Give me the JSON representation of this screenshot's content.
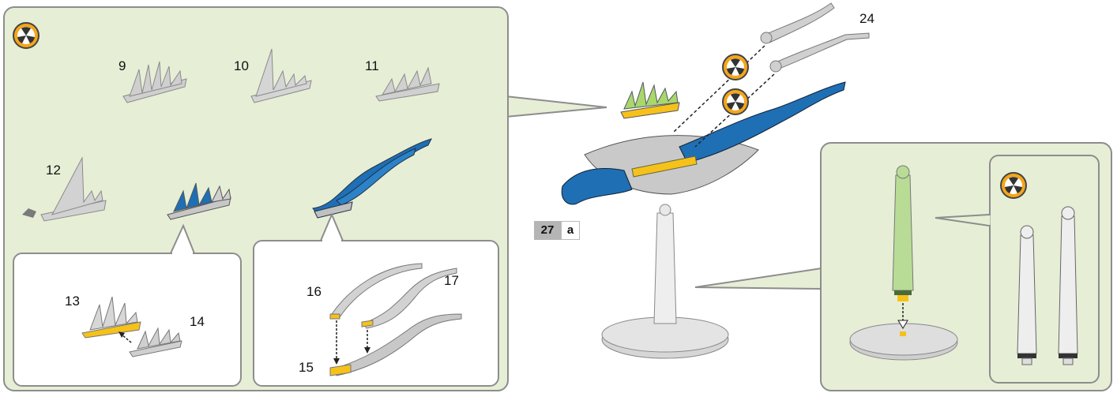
{
  "parts": {
    "p9": "9",
    "p10": "10",
    "p11": "11",
    "p12": "12",
    "p13": "13",
    "p14": "14",
    "p15": "15",
    "p16": "16",
    "p17": "17",
    "p24": "24"
  },
  "step": {
    "number": "27",
    "letter": "a"
  },
  "icons": {
    "glue": "glue-warning-icon"
  },
  "colors": {
    "panel_bg": "#e6eed6",
    "part_blue": "#1f6fb5",
    "part_yellow": "#f6c21a",
    "part_green": "#a8d86a",
    "part_grey": "#c8c8c8",
    "badge_orange": "#f4a61a"
  }
}
